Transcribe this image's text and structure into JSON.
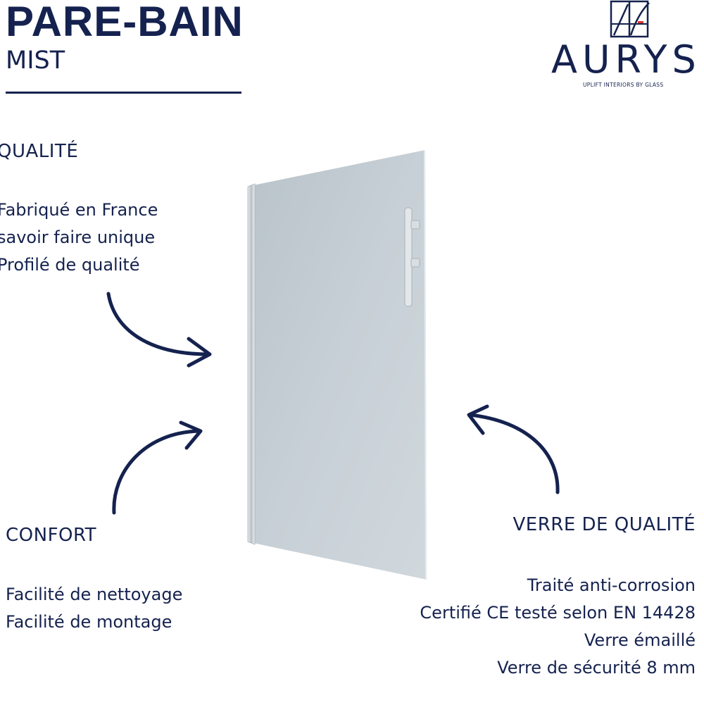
{
  "header": {
    "title": "PARE-BAIN",
    "subtitle": "MIST"
  },
  "logo": {
    "word": "AURYS",
    "tagline": "UPLIFT INTERIORS BY GLASS",
    "accent_color": "#d9342b"
  },
  "sections": {
    "qualite": {
      "heading": "QUALITÉ",
      "items": [
        "Fabriqué en France",
        "savoir faire unique",
        "Profilé de qualité"
      ]
    },
    "confort": {
      "heading": "CONFORT",
      "items": [
        "Facilité de nettoyage",
        "Facilité de montage"
      ]
    },
    "verre": {
      "heading": "VERRE DE QUALITÉ",
      "items": [
        "Traité anti-corrosion",
        "Certifié CE testé selon EN 14428",
        "Verre émaillé",
        "Verre de sécurité 8 mm"
      ]
    }
  },
  "colors": {
    "navy": "#15224f",
    "glass": "#c3ccd2",
    "profile": "#dfe4e8"
  }
}
